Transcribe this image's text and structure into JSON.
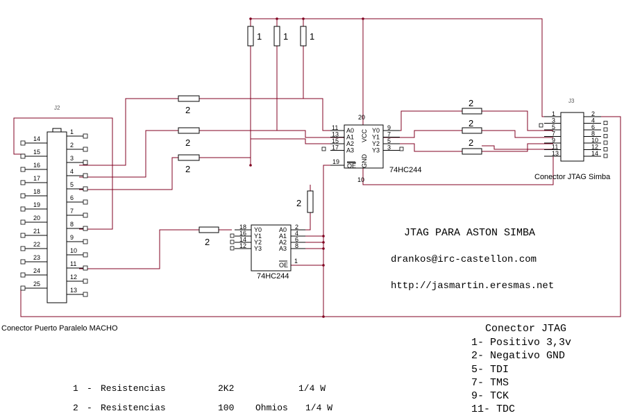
{
  "title": "JTAG PARA ASTON SIMBA",
  "email": "drankos@irc-castellon.com",
  "url": "http://jasmartin.eresmas.net",
  "j2": {
    "ref": "J2",
    "name": "Conector Puerto Paralelo MACHO",
    "left_pins": [
      "14",
      "15",
      "16",
      "17",
      "18",
      "19",
      "20",
      "21",
      "22",
      "23",
      "24",
      "25"
    ],
    "right_pins": [
      "1",
      "2",
      "3",
      "4",
      "5",
      "6",
      "7",
      "8",
      "9",
      "10",
      "11",
      "12",
      "13"
    ]
  },
  "j3": {
    "ref": "J3",
    "name": "Conector JTAG Simba",
    "left_pins": [
      "1",
      "3",
      "5",
      "7",
      "9",
      "11",
      "13"
    ],
    "right_pins": [
      "2",
      "4",
      "6",
      "8",
      "10",
      "12",
      "14"
    ]
  },
  "u1": {
    "name": "74HC244",
    "left_pins": [
      "11",
      "13",
      "15",
      "17"
    ],
    "left_labels": [
      "A0",
      "A1",
      "A2",
      "A3"
    ],
    "right_pins": [
      "9",
      "7",
      "5",
      "3"
    ],
    "right_labels": [
      "Y0",
      "Y1",
      "Y2",
      "Y3"
    ],
    "vcc_pin": "20",
    "gnd_pin": "10",
    "oe_pin": "19",
    "vcc_label": "VCC",
    "gnd_label": "GND",
    "oe_label": "OE"
  },
  "u2": {
    "name": "74HC244",
    "left_pins": [
      "18",
      "16",
      "14",
      "12"
    ],
    "left_labels": [
      "Y0",
      "Y1",
      "Y2",
      "Y3"
    ],
    "right_pins": [
      "2",
      "4",
      "6",
      "8"
    ],
    "right_labels": [
      "A0",
      "A1",
      "A2",
      "A3"
    ],
    "oe_pin": "1",
    "oe_label": "OE"
  },
  "resistor_labels": {
    "pullup": "1",
    "series": "2"
  },
  "jtag_legend": {
    "title": "Conector JTAG",
    "items": [
      "1- Positivo 3,3v",
      "2- Negativo GND",
      "5- TDI",
      "7- TMS",
      "9- TCK",
      "11- TDC"
    ]
  },
  "bom": [
    {
      "qty": "1",
      "sep": "-",
      "name": "Resistencias",
      "value": "2K2",
      "extra": "",
      "power": "1/4 W"
    },
    {
      "qty": "2",
      "sep": "-",
      "name": "Resistencias",
      "value": "100",
      "extra": "Ohmios",
      "power": "1/4 W"
    }
  ]
}
